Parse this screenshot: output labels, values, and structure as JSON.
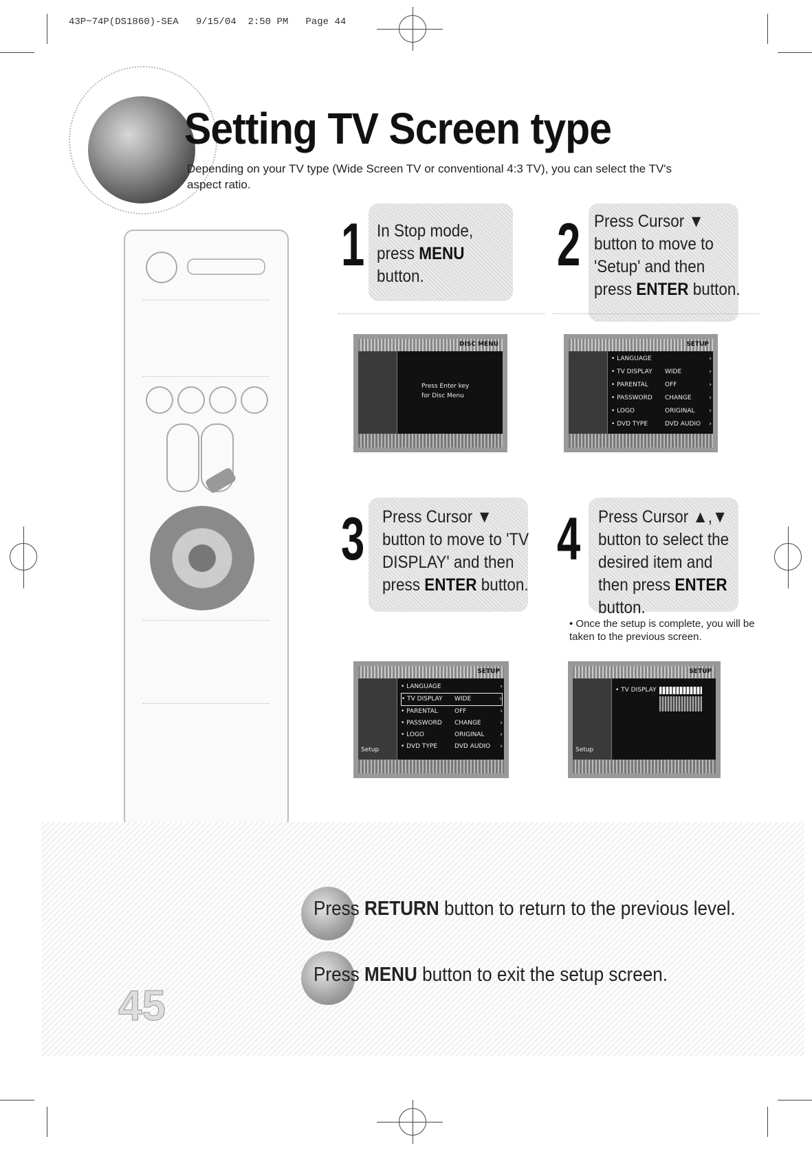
{
  "print_header": "43P~74P(DS1860)-SEA   9/15/04  2:50 PM   Page 44",
  "title": "Setting TV Screen type",
  "intro": "Depending on your TV type (Wide Screen TV or conventional 4:3 TV), you can select the TV's aspect ratio.",
  "steps": [
    {
      "number": "1",
      "text_before": "In Stop mode, press ",
      "bold": "MENU",
      "text_after": " button."
    },
    {
      "number": "2",
      "text_before": "Press Cursor ▼ button to move to 'Setup' and then press ",
      "bold": "ENTER",
      "text_after": " button."
    },
    {
      "number": "3",
      "text_before": "Press Cursor ▼ button to move to 'TV DISPLAY' and then press ",
      "bold": "ENTER",
      "text_after": " button."
    },
    {
      "number": "4",
      "text_before": "Press Cursor ▲,▼ button to select the desired item and then press ",
      "bold": "ENTER",
      "text_after": " button."
    }
  ],
  "screen1": {
    "top_label": "DISC MENU",
    "msg1": "Press Enter key",
    "msg2": "for Disc Menu"
  },
  "screen_setup": {
    "top_label": "SETUP",
    "rows": [
      {
        "name": "LANGUAGE",
        "value": ""
      },
      {
        "name": "TV DISPLAY",
        "value": "WIDE"
      },
      {
        "name": "PARENTAL",
        "value": "OFF"
      },
      {
        "name": "PASSWORD",
        "value": "CHANGE"
      },
      {
        "name": "LOGO",
        "value": "ORIGINAL"
      },
      {
        "name": "DVD TYPE",
        "value": "DVD AUDIO"
      }
    ],
    "side_label": "Setup"
  },
  "screen4": {
    "top_label": "SETUP",
    "row": "TV DISPLAY",
    "side_label": "Setup"
  },
  "note": "Once the setup is complete, you will be taken to the previous screen.",
  "bottom": {
    "line1_before": "Press ",
    "line1_bold": "RETURN",
    "line1_after": " button to return to the previous level.",
    "line2_before": "Press ",
    "line2_bold": "MENU",
    "line2_after": " button to exit the setup screen."
  },
  "page_number": "45"
}
